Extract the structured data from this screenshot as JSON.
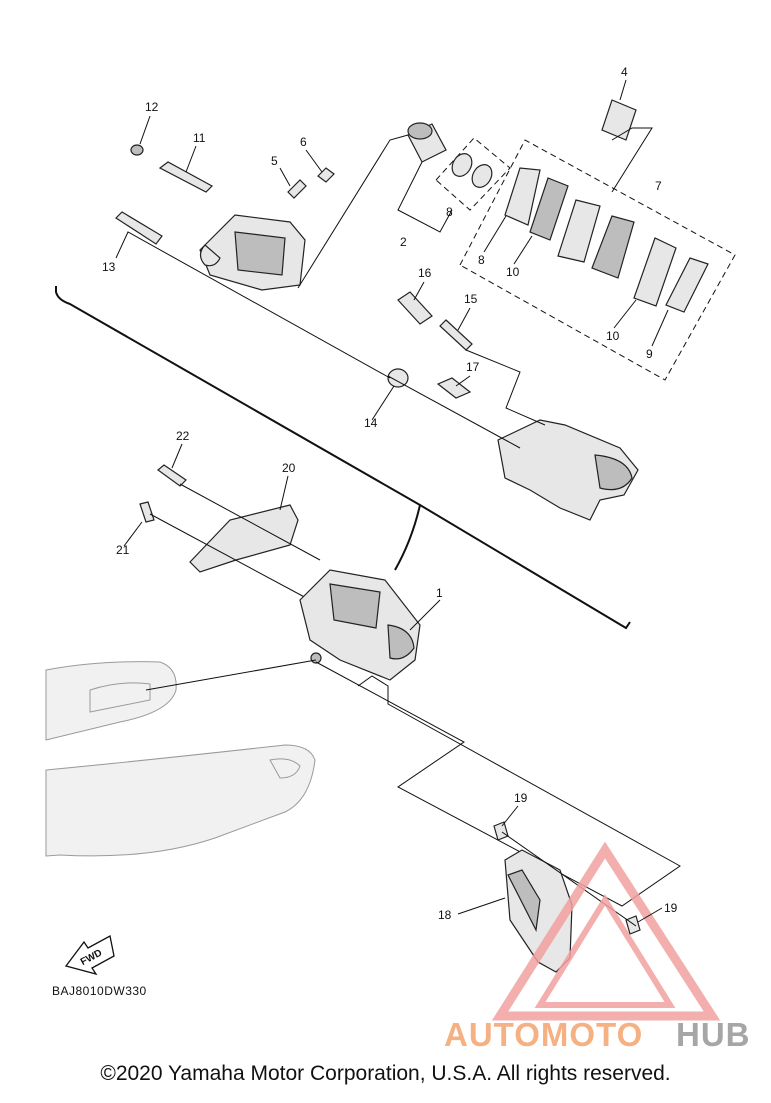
{
  "callouts": [
    {
      "id": "c1",
      "label": "1"
    },
    {
      "id": "c2",
      "label": "2"
    },
    {
      "id": "c4",
      "label": "4"
    },
    {
      "id": "c5",
      "label": "5"
    },
    {
      "id": "c6",
      "label": "6"
    },
    {
      "id": "c7",
      "label": "7"
    },
    {
      "id": "c8a",
      "label": "8"
    },
    {
      "id": "c8b",
      "label": "8"
    },
    {
      "id": "c9",
      "label": "9"
    },
    {
      "id": "c10a",
      "label": "10"
    },
    {
      "id": "c10b",
      "label": "10"
    },
    {
      "id": "c11",
      "label": "11"
    },
    {
      "id": "c12",
      "label": "12"
    },
    {
      "id": "c13",
      "label": "13"
    },
    {
      "id": "c14",
      "label": "14"
    },
    {
      "id": "c15",
      "label": "15"
    },
    {
      "id": "c16",
      "label": "16"
    },
    {
      "id": "c17",
      "label": "17"
    },
    {
      "id": "c18",
      "label": "18"
    },
    {
      "id": "c19a",
      "label": "19"
    },
    {
      "id": "c19b",
      "label": "19"
    },
    {
      "id": "c20",
      "label": "20"
    },
    {
      "id": "c21",
      "label": "21"
    },
    {
      "id": "c22",
      "label": "22"
    }
  ],
  "fwd_label": "FWD",
  "diagram_code": "BAJ8010DW330",
  "watermark": {
    "part1": "AUTOMOTO",
    "part2": "HUB",
    "color1": "#f5b183",
    "color2": "#a6a6a6",
    "triangle_color": "#f2a0a0"
  },
  "copyright": "©2020 Yamaha Motor Corporation, U.S.A. All rights reserved."
}
